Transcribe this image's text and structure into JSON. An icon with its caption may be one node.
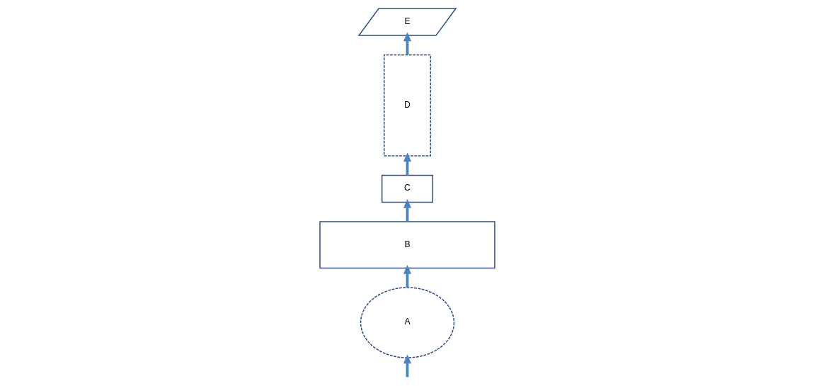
{
  "diagram": {
    "nodes": [
      {
        "text": [
          "D"
        ]
      },
      {
        "text": [
          "C"
        ]
      },
      {
        "text": [
          "B"
        ]
      },
      {
        "text": [
          "A"
        ]
      },
      {
        "text": [
          "E"
        ]
      }
    ],
    "edges": [
      {
        "from": null,
        "to": 3,
        "arrow": "to"
      },
      {
        "from": 3,
        "to": 2,
        "arrow": "to"
      },
      {
        "from": 2,
        "to": 1,
        "arrow": "to"
      },
      {
        "from": 1,
        "to": 0,
        "arrow": "to"
      },
      {
        "from": 0,
        "to": 4,
        "arrow": "to"
      }
    ]
  }
}
